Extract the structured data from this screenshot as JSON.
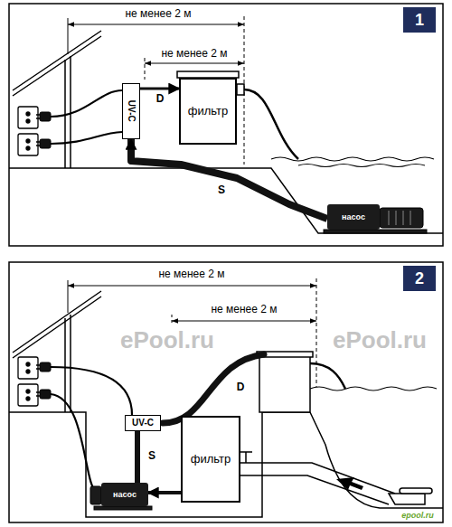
{
  "diagram": {
    "nodes": [
      {
        "text": [
          "1"
        ]
      },
      {
        "text": [
          "UV-C"
        ]
      },
      {
        "text": [
          "фильтр"
        ]
      },
      {
        "text": [
          "насос"
        ]
      },
      {
        "text": [
          "2"
        ]
      },
      {
        "text": [
          "UV-C"
        ]
      },
      {
        "text": [
          "фильтр"
        ]
      },
      {
        "text": [
          "насос"
        ]
      }
    ],
    "edges": [
      {
        "from": 1,
        "to": 2,
        "label": "D",
        "arrow": "to"
      },
      {
        "from": 3,
        "to": 1,
        "label": "S",
        "arrow": "to"
      },
      {
        "from": 6,
        "to": 7,
        "arrow": "to"
      },
      {
        "from": 7,
        "to": 5,
        "label": "S",
        "arrow": "none"
      }
    ],
    "labels": [
      "не менее 2 м",
      "не менее 2 м",
      "не менее 2 м",
      "не менее 2 м",
      "D",
      "ePool.ru",
      "ePool.ru",
      "epool.ru"
    ]
  }
}
